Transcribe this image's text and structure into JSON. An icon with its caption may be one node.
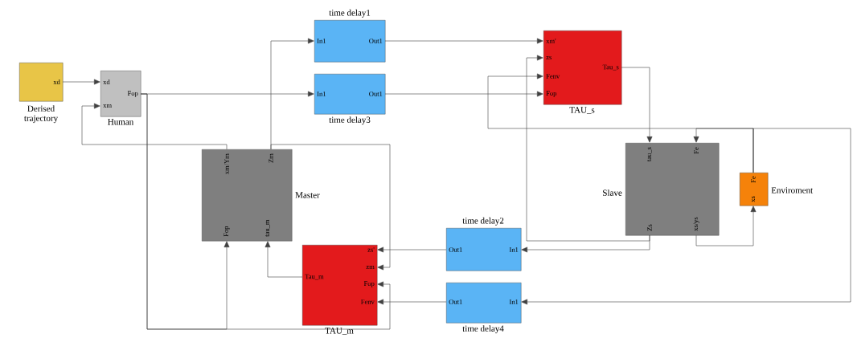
{
  "diagram": {
    "nodes": [
      {
        "text": [
          "xd"
        ],
        "beside": [
          "Derised trajectory"
        ]
      },
      {
        "text": [
          "xd",
          "Fop",
          "xm"
        ],
        "beside": [
          "Human"
        ]
      },
      {
        "text": [
          "In1",
          "Out1"
        ],
        "beside": [
          "time delay1"
        ]
      },
      {
        "text": [
          "In1",
          "Out1"
        ],
        "beside": [
          "time delay3"
        ]
      },
      {
        "text": [
          "xm'",
          "zs",
          "Fenv",
          "Fop",
          "Tau_s"
        ],
        "beside": [
          "TAU_s"
        ]
      },
      {
        "text": [
          "xm/Ym",
          "Zm",
          "Fop",
          "tau_m"
        ],
        "beside": [
          "Master"
        ]
      },
      {
        "text": [
          "tau_s",
          "Fe",
          "Zs",
          "xs/ys"
        ],
        "beside": [
          "Slave"
        ]
      },
      {
        "text": [
          "Fe",
          "xs"
        ],
        "beside": [
          "Enviroment"
        ]
      },
      {
        "text": [
          "Out1",
          "In1"
        ],
        "beside": [
          "time delay2"
        ]
      },
      {
        "text": [
          "zs'",
          "zm",
          "Fop",
          "Fenv",
          "Tau_m"
        ],
        "beside": [
          "TAU_m"
        ]
      },
      {
        "text": [
          "Out1",
          "In1"
        ],
        "beside": [
          "time delay4"
        ]
      }
    ],
    "edges": [
      {
        "from": 0,
        "to": 1,
        "arrow": "to"
      },
      {
        "from": 1,
        "to": 3,
        "arrow": "to"
      },
      {
        "from": 1,
        "to": 5,
        "arrow": "to"
      },
      {
        "from": 1,
        "to": 9,
        "arrow": "to"
      },
      {
        "from": 3,
        "to": 4,
        "arrow": "to"
      },
      {
        "from": 2,
        "to": 4,
        "arrow": "to"
      },
      {
        "from": 5,
        "to": 2,
        "arrow": "to"
      },
      {
        "from": 5,
        "to": 1,
        "arrow": "to"
      },
      {
        "from": 5,
        "to": 9,
        "arrow": "to"
      },
      {
        "from": 9,
        "to": 5,
        "arrow": "to"
      },
      {
        "from": 8,
        "to": 9,
        "arrow": "to"
      },
      {
        "from": 10,
        "to": 9,
        "arrow": "to"
      },
      {
        "from": 6,
        "to": 8,
        "arrow": "to"
      },
      {
        "from": 6,
        "to": 4,
        "arrow": "to"
      },
      {
        "from": 6,
        "to": 7,
        "arrow": "to"
      },
      {
        "from": 7,
        "to": 4,
        "arrow": "to"
      },
      {
        "from": 7,
        "to": 6,
        "arrow": "to"
      },
      {
        "from": 7,
        "to": 10,
        "arrow": "to"
      },
      {
        "from": 4,
        "to": 6,
        "arrow": "to"
      }
    ]
  }
}
